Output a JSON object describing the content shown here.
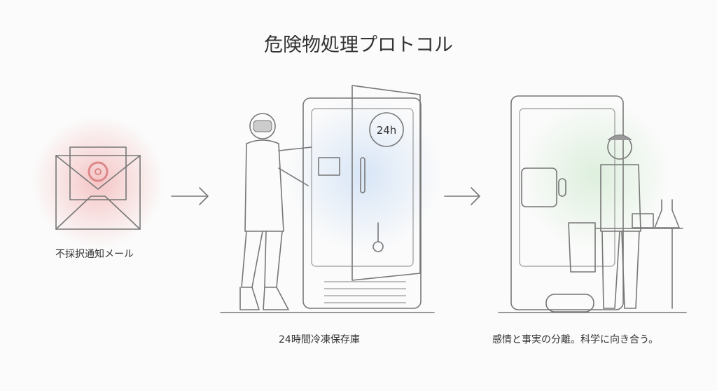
{
  "title": "危険物処理プロトコル",
  "steps": [
    {
      "label": "不採択通知メール",
      "icon": "biohazard-envelope-icon",
      "glow": "#f4b8b8"
    },
    {
      "label": "24時間冷凍保存庫",
      "icon": "freezer-icon",
      "glow": "#cfe0f5",
      "clock": "24h"
    },
    {
      "label": "感情と事実の分離。科学に向き合う。",
      "icon": "scientist-icon",
      "glow": "#d6ecd6"
    }
  ]
}
